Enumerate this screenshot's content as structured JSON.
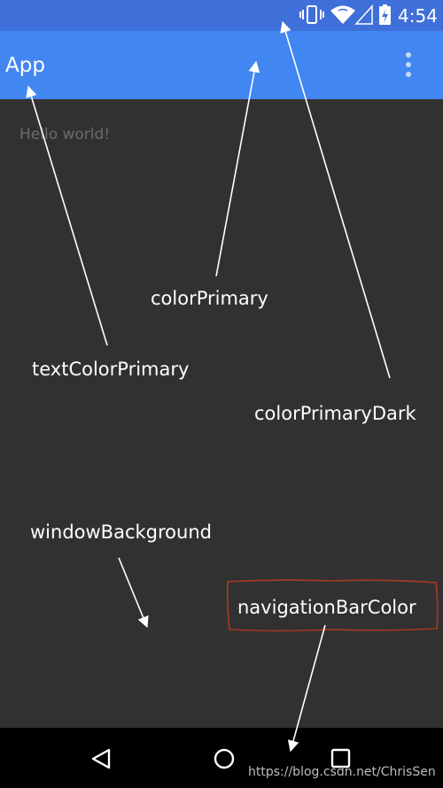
{
  "status_bar": {
    "time": "4:54",
    "icons": [
      "vibrate-icon",
      "wifi-icon",
      "cell-signal-icon",
      "battery-charging-icon"
    ],
    "color": "#3f6fd8"
  },
  "app_bar": {
    "title": "App",
    "color": "#4286f1",
    "menu_icon": "overflow-menu-icon"
  },
  "content": {
    "text": "Hello world!",
    "background": "#313131"
  },
  "annotations": {
    "color_primary": "colorPrimary",
    "text_color_primary": "textColorPrimary",
    "color_primary_dark": "colorPrimaryDark",
    "window_background": "windowBackground",
    "navigation_bar_color": "navigationBarColor"
  },
  "nav_bar": {
    "buttons": [
      "back-icon",
      "home-icon",
      "recents-icon"
    ],
    "color": "#000000"
  },
  "watermark": "https://blog.csdn.net/ChrisSen"
}
